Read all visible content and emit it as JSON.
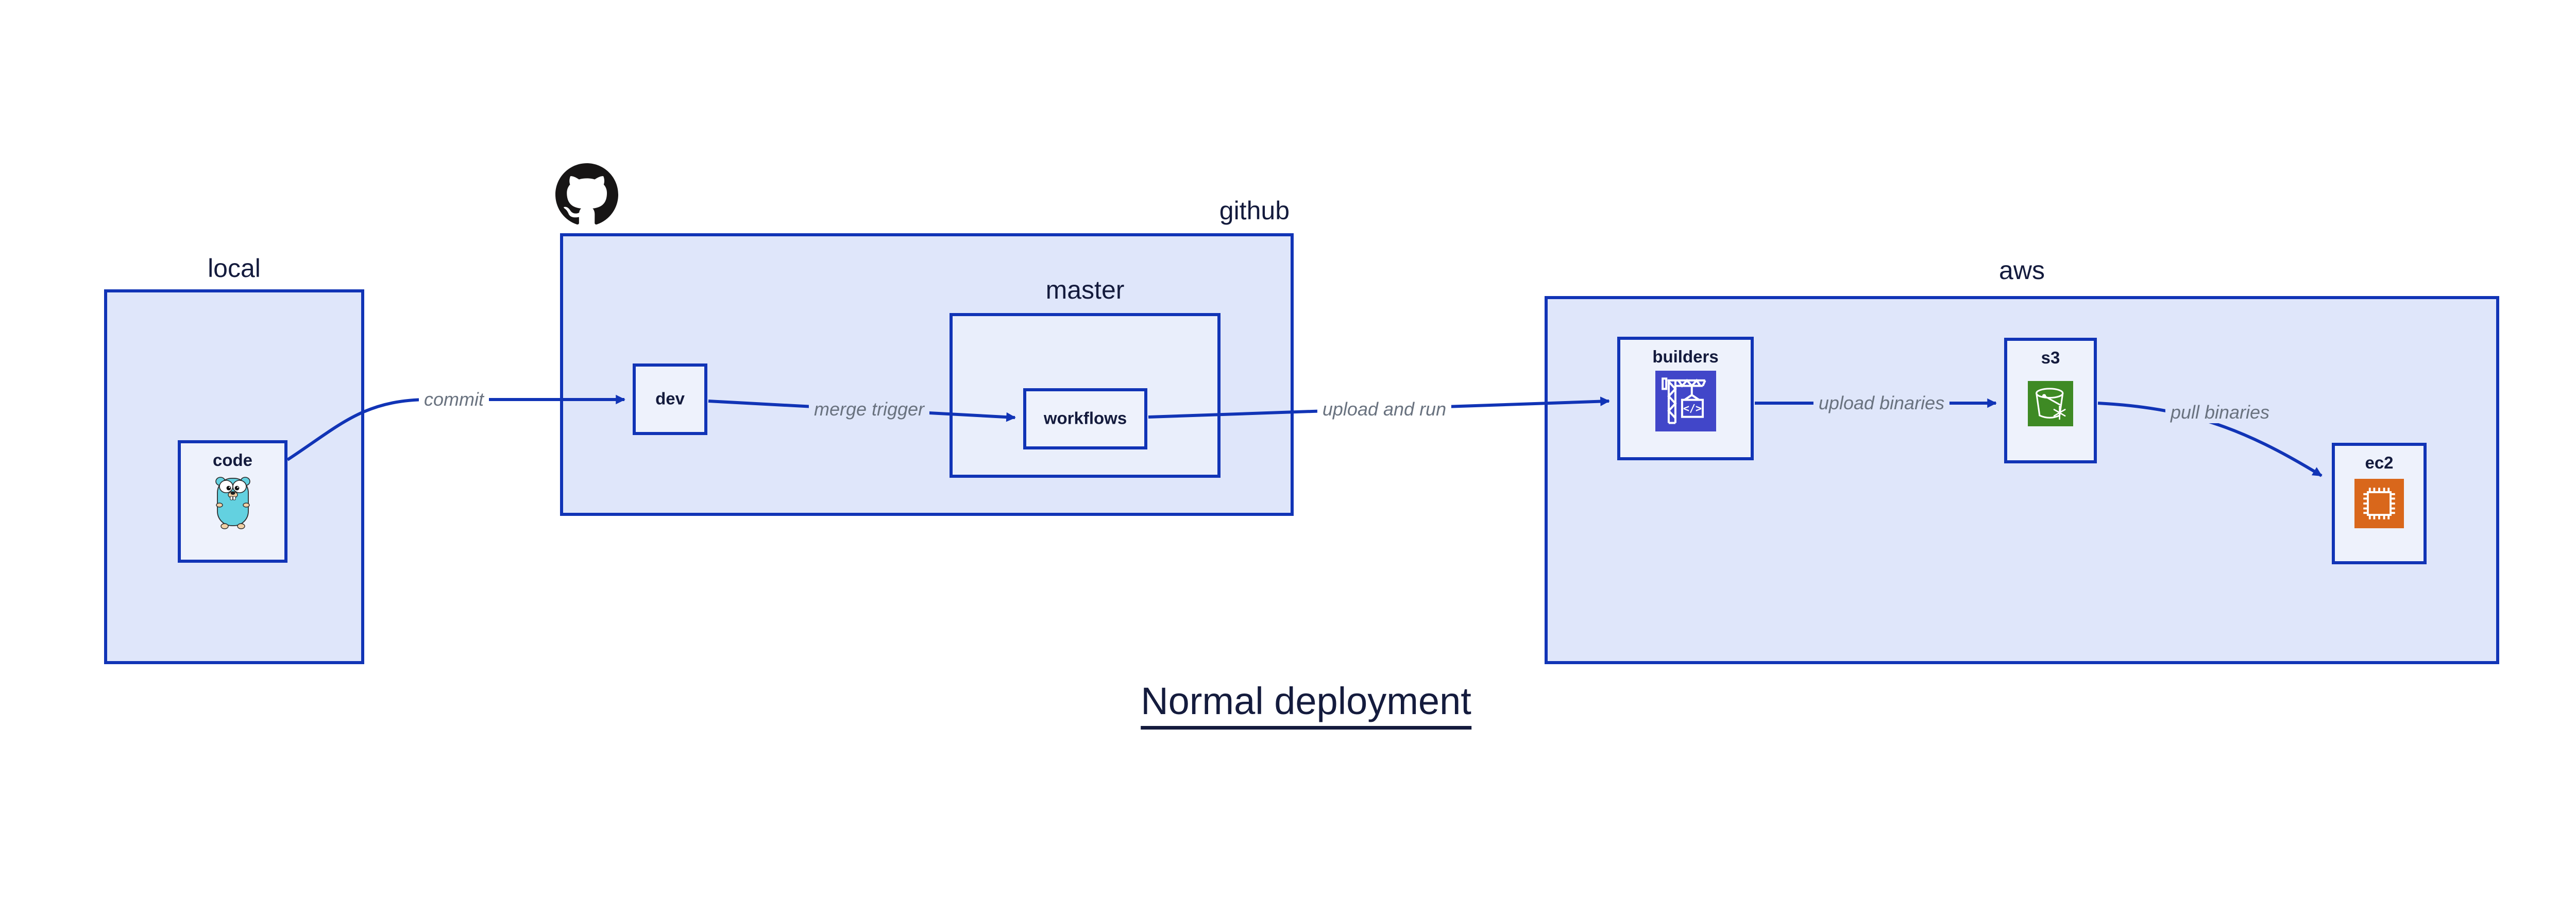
{
  "diagram_title": "Normal deployment",
  "groups": {
    "local": {
      "label": "local"
    },
    "github": {
      "label": "github"
    },
    "master": {
      "label": "master"
    },
    "aws": {
      "label": "aws"
    }
  },
  "nodes": {
    "code": {
      "label": "code",
      "icon": "go-gopher-icon"
    },
    "dev": {
      "label": "dev"
    },
    "workflows": {
      "label": "workflows"
    },
    "builders": {
      "label": "builders",
      "icon": "aws-codebuild-icon"
    },
    "s3": {
      "label": "s3",
      "icon": "aws-s3-bucket-icon"
    },
    "ec2": {
      "label": "ec2",
      "icon": "aws-ec2-chip-icon"
    }
  },
  "edges": {
    "commit": {
      "label": "commit",
      "from": "code",
      "to": "dev"
    },
    "merge_trigger": {
      "label": "merge trigger",
      "from": "dev",
      "to": "workflows"
    },
    "upload_and_run": {
      "label": "upload and run",
      "from": "workflows",
      "to": "builders"
    },
    "upload_binaries": {
      "label": "upload binaries",
      "from": "builders",
      "to": "s3"
    },
    "pull_binaries": {
      "label": "pull binaries",
      "from": "s3",
      "to": "ec2"
    }
  },
  "logos": {
    "github_mark": "github-octocat-icon"
  },
  "colors": {
    "edge_and_border_blue": "#1134b6",
    "group_fill": "#dfe6fa",
    "master_fill": "#e9eefb",
    "node_fill": "#eef2fc",
    "label_navy": "#141b3d",
    "edge_label_gray": "#69727f",
    "codebuild_indigo": "#4146c9",
    "s3_green": "#3e8a24",
    "ec2_orange": "#d9671b",
    "gopher_teal": "#63d1e0",
    "octocat_black": "#171515",
    "page_background": "#ffffff"
  }
}
